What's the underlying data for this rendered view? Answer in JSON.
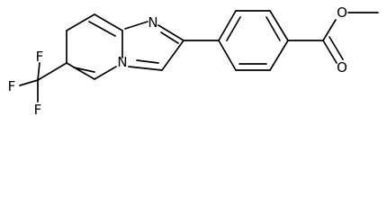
{
  "molecule": {
    "atoms": {
      "n_ring": "N",
      "n_bridge": "N",
      "o_carbonyl": "O",
      "o_ester": "O",
      "f_top": "F",
      "f_left": "F",
      "f_bottom": "F"
    }
  }
}
